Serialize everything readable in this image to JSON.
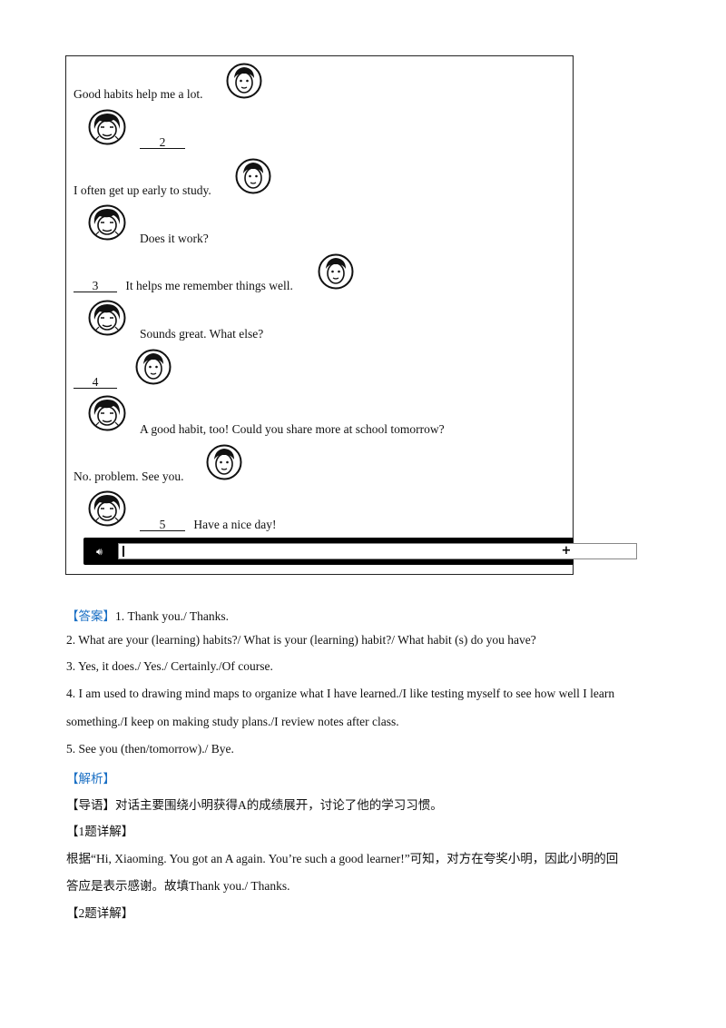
{
  "dialogue": {
    "line1": "Good habits help me a lot.",
    "blank2": "2",
    "line3": "I often get up early to study.",
    "line4": "Does it work?",
    "blank3": "3",
    "line5": "It helps me remember things well.",
    "line6": "Sounds great. What else?",
    "blank4": "4",
    "line7": "A good habit, too! Could you share more at school tomorrow?",
    "line8": "No. problem. See you.",
    "blank5": "5",
    "line9": "Have a nice day!"
  },
  "answer": {
    "tag": "【答案】",
    "a1": "1.  Thank you./ Thanks.",
    "a2": "2.  What are your (learning) habits?/ What is your (learning) habit?/ What habit (s) do you have?",
    "a3": "3.  Yes, it does./ Yes./ Certainly./Of course.",
    "a4a": "4.  I am used to drawing mind maps to organize what I have learned./I like testing myself to see how well I learn",
    "a4b": "something./I keep on making study plans./I review notes after class.",
    "a5": "5.  See you (then/tomorrow)./ Bye."
  },
  "analysis": {
    "tag": "【解析】",
    "guide": "【导语】对话主要围绕小明获得A的成绩展开，讨论了他的学习习惯。",
    "q1_title": "【1题详解】",
    "q1_line1": "根据“Hi, Xiaoming. You got an A again. You’re such a good learner!”可知，对方在夸奖小明，因此小明的回",
    "q1_line2": "答应是表示感谢。故填Thank you./ Thanks.",
    "q2_title": "【2题详解】"
  }
}
